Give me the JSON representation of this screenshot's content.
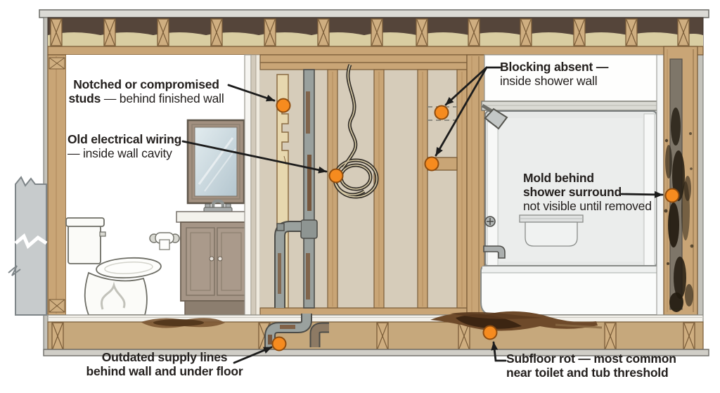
{
  "figure": {
    "description": "Cutaway illustration of a bathroom showing hidden problems behind walls and under the floor",
    "marker_count": 7
  },
  "colors": {
    "marker_orange": "#f68b1f",
    "marker_outline": "#8f4c0e",
    "wood": "#c9a576",
    "wood_dark": "#7a5c38",
    "cavity": "#d6ccba",
    "joist_dark": "#55453a",
    "insulation": "#d9cda2",
    "mold": "#221b10",
    "stain": "#6e4a2a",
    "leader": "#1c1c1c",
    "text": "#24201e"
  },
  "callouts": [
    {
      "id": "notched-studs",
      "lines": [
        {
          "bold": "Notched or compromised",
          "regular": ""
        },
        {
          "bold": "studs",
          "regular": " — behind finished wall"
        }
      ]
    },
    {
      "id": "old-wiring",
      "lines": [
        {
          "bold": "Old electrical wiring",
          "regular": ""
        },
        {
          "bold": "",
          "regular": "— inside wall cavity"
        }
      ]
    },
    {
      "id": "blocking-absent",
      "lines": [
        {
          "bold": "Blocking absent —",
          "regular": ""
        },
        {
          "bold": "",
          "regular": "inside shower wall"
        }
      ]
    },
    {
      "id": "mold-shower",
      "lines": [
        {
          "bold": "Mold behind",
          "regular": ""
        },
        {
          "bold": "shower surround",
          "regular": ""
        },
        {
          "bold": "",
          "regular": "not visible until removed"
        }
      ]
    },
    {
      "id": "supply-lines",
      "lines": [
        {
          "bold": "Outdated supply lines",
          "regular": ""
        },
        {
          "bold": "behind wall and under floor",
          "regular": ""
        }
      ]
    },
    {
      "id": "subfloor-rot",
      "lines": [
        {
          "bold": "Subfloor rot — most common",
          "regular": ""
        },
        {
          "bold": "near toilet and tub threshold",
          "regular": ""
        }
      ]
    }
  ]
}
